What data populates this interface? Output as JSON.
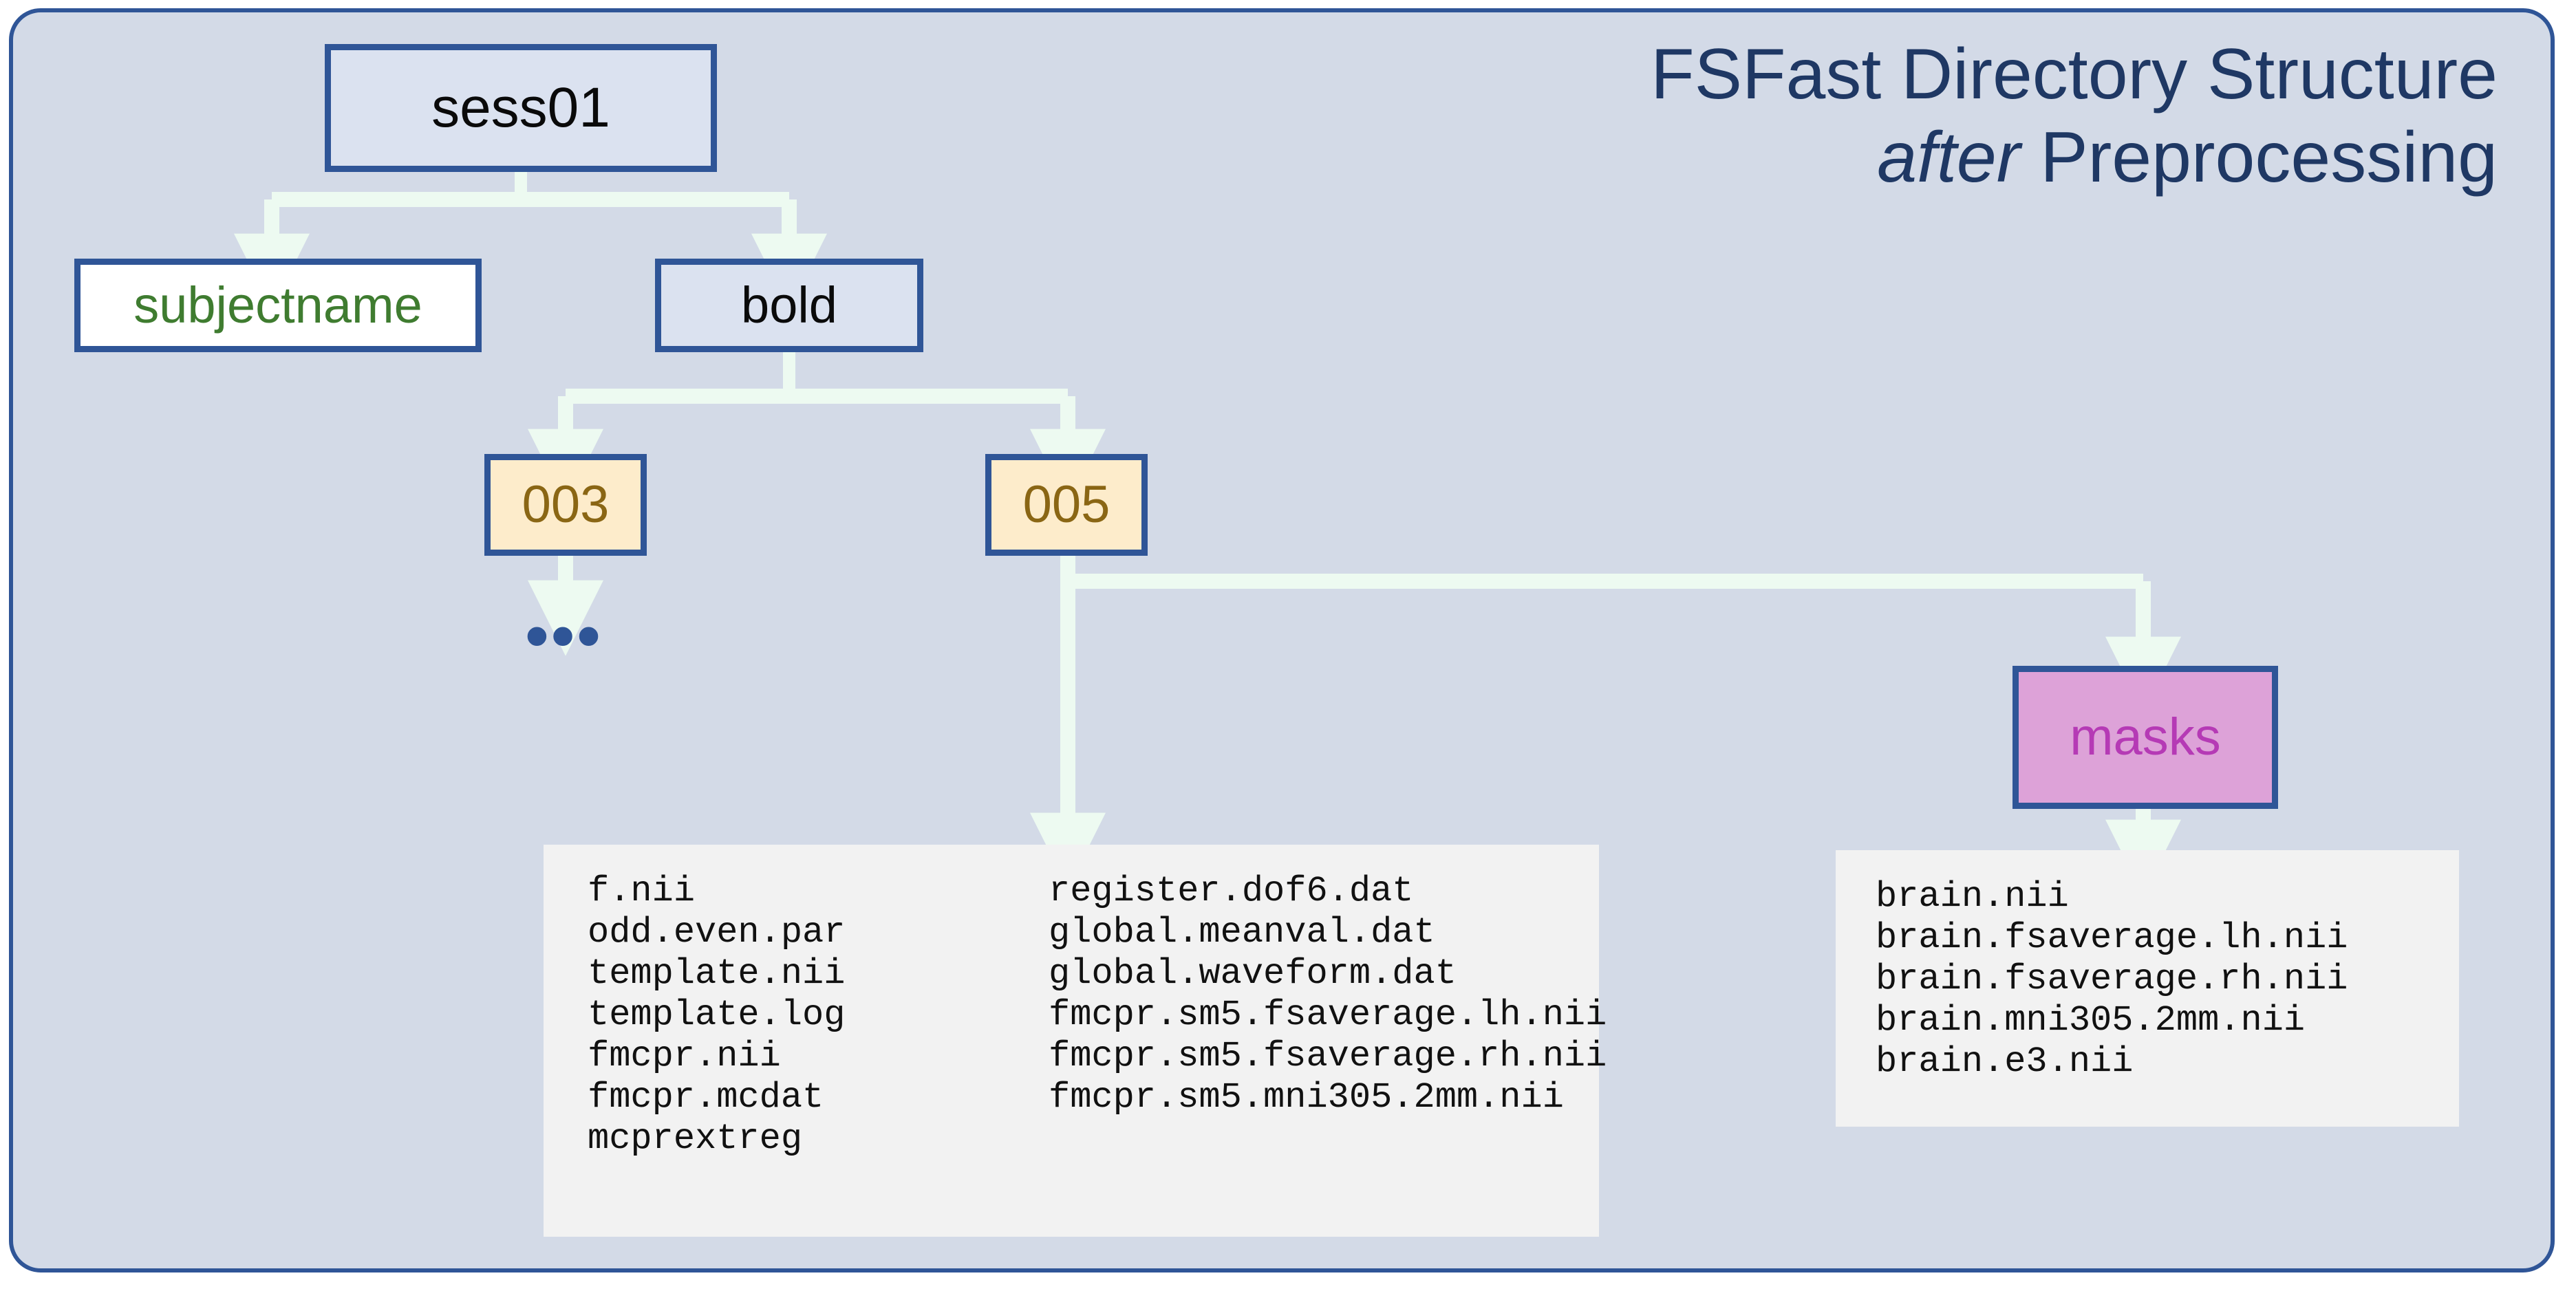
{
  "title": {
    "line1": "FSFast Directory Structure",
    "line2_emphasis": "after",
    "line2_rest": " Preprocessing"
  },
  "colors": {
    "frame_border": "#2f5597",
    "frame_background": "#d3dae7",
    "node_border": "#2f5597",
    "connector": "#edfaf1",
    "title_text": "#1f3864",
    "dir_blue_fill": "#dbe2f0",
    "subject_fill": "#ffffff",
    "subject_text": "#3f7c30",
    "run_fill": "#fdeccb",
    "run_text": "#8a6614",
    "masks_fill": "#dda2d8",
    "masks_text": "#b53ab5",
    "panel_fill": "#f2f2f2",
    "panel_text": "#111111",
    "ellipsis": "#2f5597"
  },
  "tree": {
    "root": {
      "label": "sess01"
    },
    "level2": [
      {
        "label": "subjectname"
      },
      {
        "label": "bold"
      }
    ],
    "level3": [
      {
        "label": "003"
      },
      {
        "label": "005"
      }
    ],
    "level4": [
      {
        "label": "masks"
      }
    ],
    "ellipsis": "•••"
  },
  "bold_run_files": {
    "column_a": [
      "f.nii",
      "odd.even.par",
      "template.nii",
      "template.log",
      "fmcpr.nii",
      "fmcpr.mcdat",
      "mcprextreg"
    ],
    "column_b": [
      "register.dof6.dat",
      "global.meanval.dat",
      "global.waveform.dat",
      "fmcpr.sm5.fsaverage.lh.nii",
      "fmcpr.sm5.fsaverage.rh.nii",
      "fmcpr.sm5.mni305.2mm.nii"
    ]
  },
  "masks_files": [
    "brain.nii",
    "brain.fsaverage.lh.nii",
    "brain.fsaverage.rh.nii",
    "brain.mni305.2mm.nii",
    "brain.e3.nii"
  ]
}
